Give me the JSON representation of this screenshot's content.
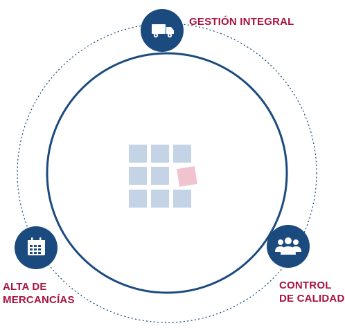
{
  "colors": {
    "navy": "#1b4a7f",
    "label": "#a8123f",
    "tile": "#c5d3e6",
    "tile_accent": "#f1c3cf"
  },
  "nodes": [
    {
      "id": "gestion",
      "icon": "truck-icon",
      "label_lines": [
        "GESTIÓN INTEGRAL"
      ]
    },
    {
      "id": "alta",
      "icon": "calendar-icon",
      "label_lines": [
        "ALTA DE",
        "MERCANCÍAS"
      ]
    },
    {
      "id": "control",
      "icon": "people-icon",
      "label_lines": [
        "CONTROL",
        "DE CALIDAD"
      ]
    }
  ],
  "center": {
    "icon": "grid-icon",
    "tiles": 9,
    "highlighted_tile": 6
  }
}
